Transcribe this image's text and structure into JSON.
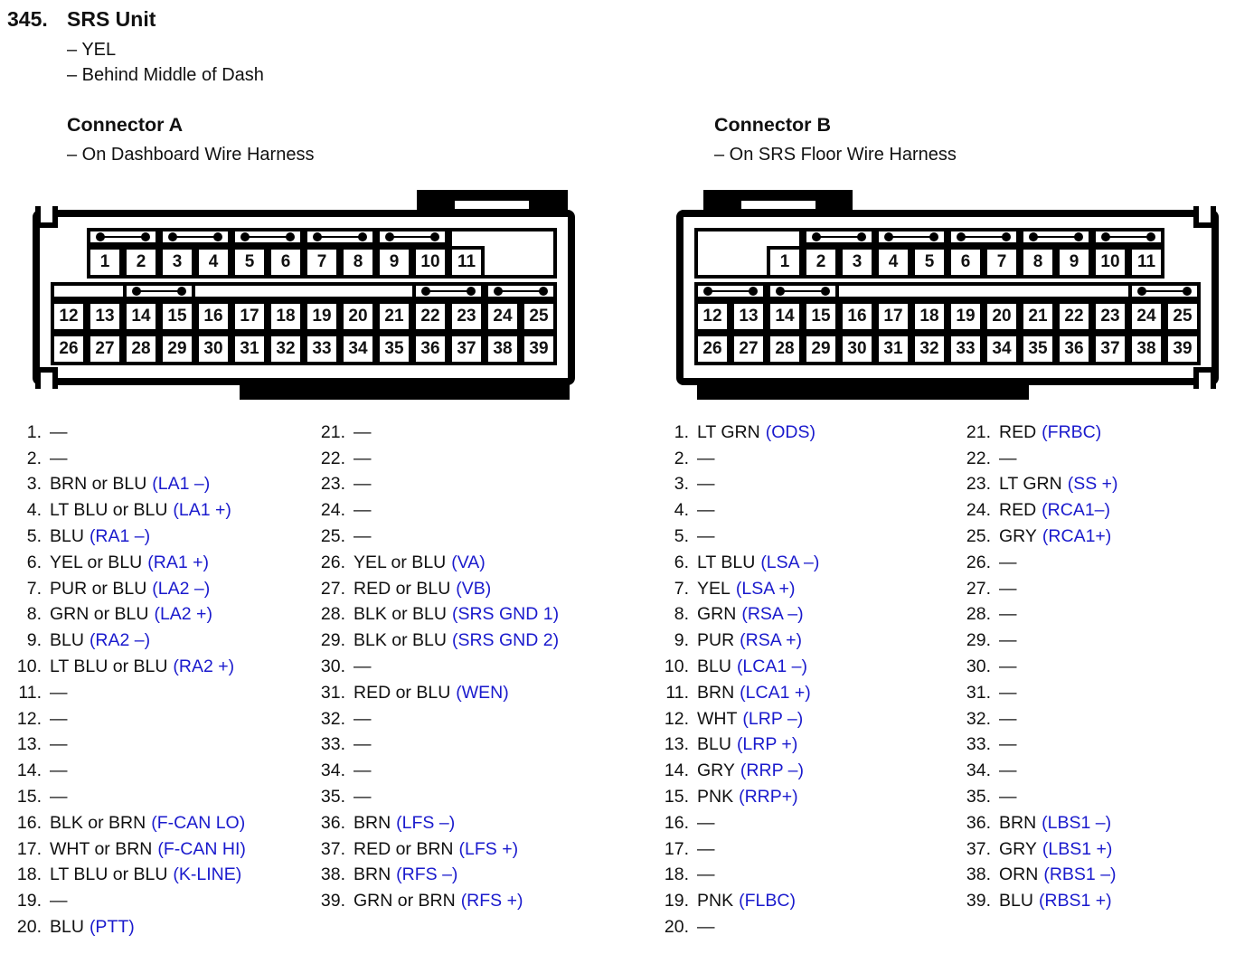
{
  "page": {
    "item_number": "345.",
    "title": "SRS Unit",
    "notes": [
      "– YEL",
      "– Behind Middle of Dash"
    ]
  },
  "colors": {
    "signal_blue": "#1a1acd",
    "text_black": "#111111"
  },
  "connectors": [
    {
      "id": "A",
      "heading": "Connector A",
      "subtitle": "– On Dashboard Wire Harness",
      "diagram": {
        "row1_pins": [
          "1",
          "2",
          "3",
          "4",
          "5",
          "6",
          "7",
          "8",
          "9",
          "10",
          "11"
        ],
        "row2_pins": [
          "12",
          "13",
          "14",
          "15",
          "16",
          "17",
          "18",
          "19",
          "20",
          "21",
          "22",
          "23",
          "24",
          "25"
        ],
        "row3_pins": [
          "26",
          "27",
          "28",
          "29",
          "30",
          "31",
          "32",
          "33",
          "34",
          "35",
          "36",
          "37",
          "38",
          "39"
        ],
        "row1_jumpers": [
          [
            1,
            2
          ],
          [
            3,
            4
          ],
          [
            5,
            6
          ],
          [
            7,
            8
          ],
          [
            9,
            10
          ]
        ],
        "row2_jumpers": [
          [
            14,
            15
          ],
          [
            22,
            23
          ],
          [
            24,
            25
          ]
        ]
      },
      "pins": [
        {
          "n": "1",
          "wire": "—",
          "signal": ""
        },
        {
          "n": "2",
          "wire": "—",
          "signal": ""
        },
        {
          "n": "3",
          "wire": "BRN or BLU",
          "signal": "(LA1 –)"
        },
        {
          "n": "4",
          "wire": "LT BLU or BLU",
          "signal": "(LA1 +)"
        },
        {
          "n": "5",
          "wire": "BLU",
          "signal": "(RA1 –)"
        },
        {
          "n": "6",
          "wire": "YEL or BLU",
          "signal": "(RA1 +)"
        },
        {
          "n": "7",
          "wire": "PUR or BLU",
          "signal": "(LA2 –)"
        },
        {
          "n": "8",
          "wire": "GRN or BLU",
          "signal": "(LA2 +)"
        },
        {
          "n": "9",
          "wire": "BLU",
          "signal": "(RA2 –)"
        },
        {
          "n": "10",
          "wire": "LT BLU or BLU",
          "signal": "(RA2 +)"
        },
        {
          "n": "11",
          "wire": "—",
          "signal": ""
        },
        {
          "n": "12",
          "wire": "—",
          "signal": ""
        },
        {
          "n": "13",
          "wire": "—",
          "signal": ""
        },
        {
          "n": "14",
          "wire": "—",
          "signal": ""
        },
        {
          "n": "15",
          "wire": "—",
          "signal": ""
        },
        {
          "n": "16",
          "wire": "BLK or BRN",
          "signal": "(F-CAN LO)"
        },
        {
          "n": "17",
          "wire": "WHT or BRN",
          "signal": "(F-CAN HI)"
        },
        {
          "n": "18",
          "wire": "LT BLU or BLU",
          "signal": "(K-LINE)"
        },
        {
          "n": "19",
          "wire": "—",
          "signal": ""
        },
        {
          "n": "20",
          "wire": "BLU",
          "signal": "(PTT)"
        },
        {
          "n": "21",
          "wire": "—",
          "signal": ""
        },
        {
          "n": "22",
          "wire": "—",
          "signal": ""
        },
        {
          "n": "23",
          "wire": "—",
          "signal": ""
        },
        {
          "n": "24",
          "wire": "—",
          "signal": ""
        },
        {
          "n": "25",
          "wire": "—",
          "signal": ""
        },
        {
          "n": "26",
          "wire": "YEL or BLU",
          "signal": "(VA)"
        },
        {
          "n": "27",
          "wire": "RED or BLU",
          "signal": "(VB)"
        },
        {
          "n": "28",
          "wire": "BLK or BLU",
          "signal": "(SRS GND 1)"
        },
        {
          "n": "29",
          "wire": "BLK or BLU",
          "signal": "(SRS GND 2)"
        },
        {
          "n": "30",
          "wire": "—",
          "signal": ""
        },
        {
          "n": "31",
          "wire": "RED or BLU",
          "signal": "(WEN)"
        },
        {
          "n": "32",
          "wire": "—",
          "signal": ""
        },
        {
          "n": "33",
          "wire": "—",
          "signal": ""
        },
        {
          "n": "34",
          "wire": "—",
          "signal": ""
        },
        {
          "n": "35",
          "wire": "—",
          "signal": ""
        },
        {
          "n": "36",
          "wire": "BRN",
          "signal": "(LFS –)"
        },
        {
          "n": "37",
          "wire": "RED or BRN",
          "signal": "(LFS +)"
        },
        {
          "n": "38",
          "wire": "BRN",
          "signal": "(RFS –)"
        },
        {
          "n": "39",
          "wire": "GRN or BRN",
          "signal": "(RFS +)"
        }
      ]
    },
    {
      "id": "B",
      "heading": "Connector B",
      "subtitle": "– On SRS Floor Wire Harness",
      "diagram": {
        "row1_pins": [
          "1",
          "2",
          "3",
          "4",
          "5",
          "6",
          "7",
          "8",
          "9",
          "10",
          "11"
        ],
        "row2_pins": [
          "12",
          "13",
          "14",
          "15",
          "16",
          "17",
          "18",
          "19",
          "20",
          "21",
          "22",
          "23",
          "24",
          "25"
        ],
        "row3_pins": [
          "26",
          "27",
          "28",
          "29",
          "30",
          "31",
          "32",
          "33",
          "34",
          "35",
          "36",
          "37",
          "38",
          "39"
        ],
        "row1_jumpers": [
          [
            2,
            3
          ],
          [
            4,
            5
          ],
          [
            6,
            7
          ],
          [
            8,
            9
          ],
          [
            10,
            11
          ]
        ],
        "row2_jumpers": [
          [
            12,
            13
          ],
          [
            14,
            15
          ],
          [
            24,
            25
          ]
        ]
      },
      "pins": [
        {
          "n": "1",
          "wire": "LT GRN",
          "signal": "(ODS)"
        },
        {
          "n": "2",
          "wire": "—",
          "signal": ""
        },
        {
          "n": "3",
          "wire": "—",
          "signal": ""
        },
        {
          "n": "4",
          "wire": "—",
          "signal": ""
        },
        {
          "n": "5",
          "wire": "—",
          "signal": ""
        },
        {
          "n": "6",
          "wire": "LT BLU",
          "signal": "(LSA –)"
        },
        {
          "n": "7",
          "wire": "YEL",
          "signal": "(LSA +)"
        },
        {
          "n": "8",
          "wire": "GRN",
          "signal": "(RSA –)"
        },
        {
          "n": "9",
          "wire": "PUR",
          "signal": "(RSA +)"
        },
        {
          "n": "10",
          "wire": "BLU",
          "signal": "(LCA1 –)"
        },
        {
          "n": "11",
          "wire": "BRN",
          "signal": "(LCA1 +)"
        },
        {
          "n": "12",
          "wire": "WHT",
          "signal": "(LRP –)"
        },
        {
          "n": "13",
          "wire": "BLU",
          "signal": "(LRP +)"
        },
        {
          "n": "14",
          "wire": "GRY",
          "signal": "(RRP –)"
        },
        {
          "n": "15",
          "wire": "PNK",
          "signal": "(RRP+)"
        },
        {
          "n": "16",
          "wire": "—",
          "signal": ""
        },
        {
          "n": "17",
          "wire": "—",
          "signal": ""
        },
        {
          "n": "18",
          "wire": "—",
          "signal": ""
        },
        {
          "n": "19",
          "wire": "PNK",
          "signal": "(FLBC)"
        },
        {
          "n": "20",
          "wire": "—",
          "signal": ""
        },
        {
          "n": "21",
          "wire": "RED",
          "signal": "(FRBC)"
        },
        {
          "n": "22",
          "wire": "—",
          "signal": ""
        },
        {
          "n": "23",
          "wire": "LT GRN",
          "signal": "(SS +)"
        },
        {
          "n": "24",
          "wire": "RED",
          "signal": "(RCA1–)"
        },
        {
          "n": "25",
          "wire": "GRY",
          "signal": "(RCA1+)"
        },
        {
          "n": "26",
          "wire": "—",
          "signal": ""
        },
        {
          "n": "27",
          "wire": "—",
          "signal": ""
        },
        {
          "n": "28",
          "wire": "—",
          "signal": ""
        },
        {
          "n": "29",
          "wire": "—",
          "signal": ""
        },
        {
          "n": "30",
          "wire": "—",
          "signal": ""
        },
        {
          "n": "31",
          "wire": "—",
          "signal": ""
        },
        {
          "n": "32",
          "wire": "—",
          "signal": ""
        },
        {
          "n": "33",
          "wire": "—",
          "signal": ""
        },
        {
          "n": "34",
          "wire": "—",
          "signal": ""
        },
        {
          "n": "35",
          "wire": "—",
          "signal": ""
        },
        {
          "n": "36",
          "wire": "BRN",
          "signal": "(LBS1 –)"
        },
        {
          "n": "37",
          "wire": "GRY",
          "signal": "(LBS1 +)"
        },
        {
          "n": "38",
          "wire": "ORN",
          "signal": "(RBS1 –)"
        },
        {
          "n": "39",
          "wire": "BLU",
          "signal": "(RBS1 +)"
        }
      ]
    }
  ]
}
